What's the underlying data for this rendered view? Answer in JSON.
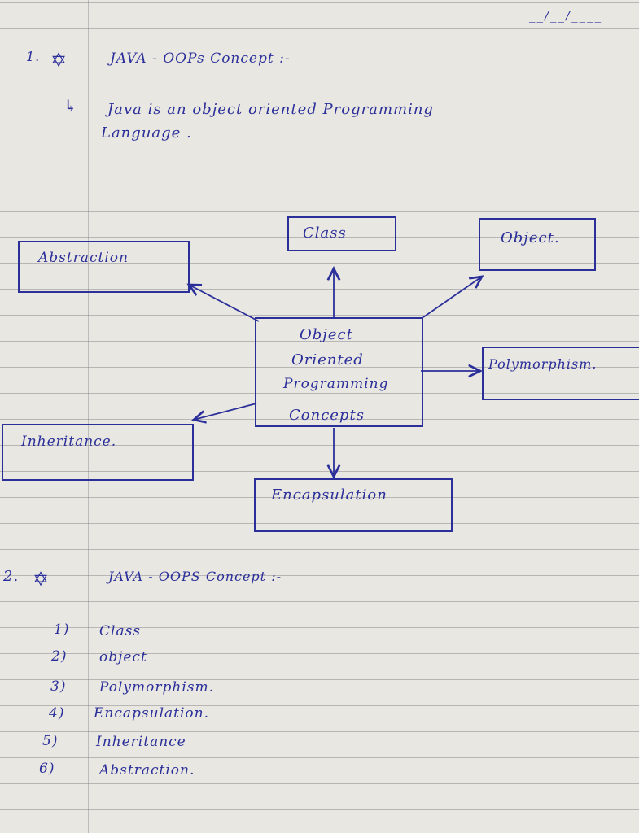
{
  "header": {
    "date_mark": "__/__/____"
  },
  "section1": {
    "number": "1.",
    "star_icon": "star-of-david-icon",
    "title": "JAVA   -   OOPs  Concept :-",
    "arrow_glyph": "↳",
    "line1": "Java   is   an   object   oriented   Programming",
    "line2": "Language ."
  },
  "diagram": {
    "center": [
      "Object",
      "Oriented",
      "Programming",
      "Concepts"
    ],
    "class": "Class",
    "object": "Object.",
    "abstraction": "Abstraction",
    "polymorphism": "Polymorphism.",
    "inheritance": "Inheritance.",
    "encapsulation": "Encapsulation"
  },
  "section2": {
    "number": "2.",
    "star_icon": "star-of-david-icon",
    "title": "JAVA  -  OOPS      Concept :-",
    "items": [
      {
        "num": "1)",
        "text": "Class"
      },
      {
        "num": "2)",
        "text": "object"
      },
      {
        "num": "3)",
        "text": "Polymorphism."
      },
      {
        "num": "4)",
        "text": "Encapsulation."
      },
      {
        "num": "5)",
        "text": "Inheritance"
      },
      {
        "num": "6)",
        "text": "Abstraction."
      }
    ]
  },
  "colors": {
    "ink": "#2b2f9a",
    "paper": "#e9e7e1",
    "rule": "#8a8a92"
  }
}
